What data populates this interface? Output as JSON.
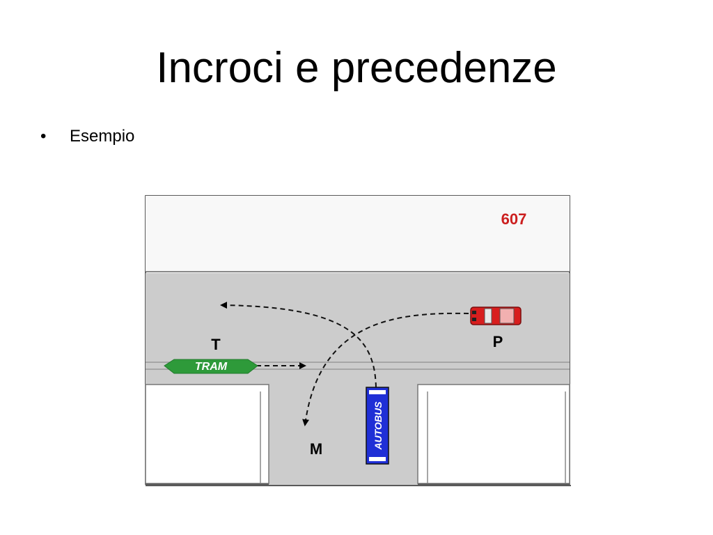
{
  "slide": {
    "title": "Incroci e precedenze",
    "bullets": [
      {
        "text": "Esempio"
      }
    ]
  },
  "figure": {
    "number": "607",
    "labels": {
      "tram_letter": "T",
      "tram_text": "TRAM",
      "car_letter": "P",
      "motorcycle_letter": "M",
      "bus_text": "AUTOBUS"
    },
    "colors": {
      "road": "#cccccc",
      "sidewalk": "#f7f7f7",
      "tram": "#2e9a3a",
      "bus": "#1f2fd6",
      "car": "#d81e1e",
      "number": "#cc1f1f"
    }
  }
}
